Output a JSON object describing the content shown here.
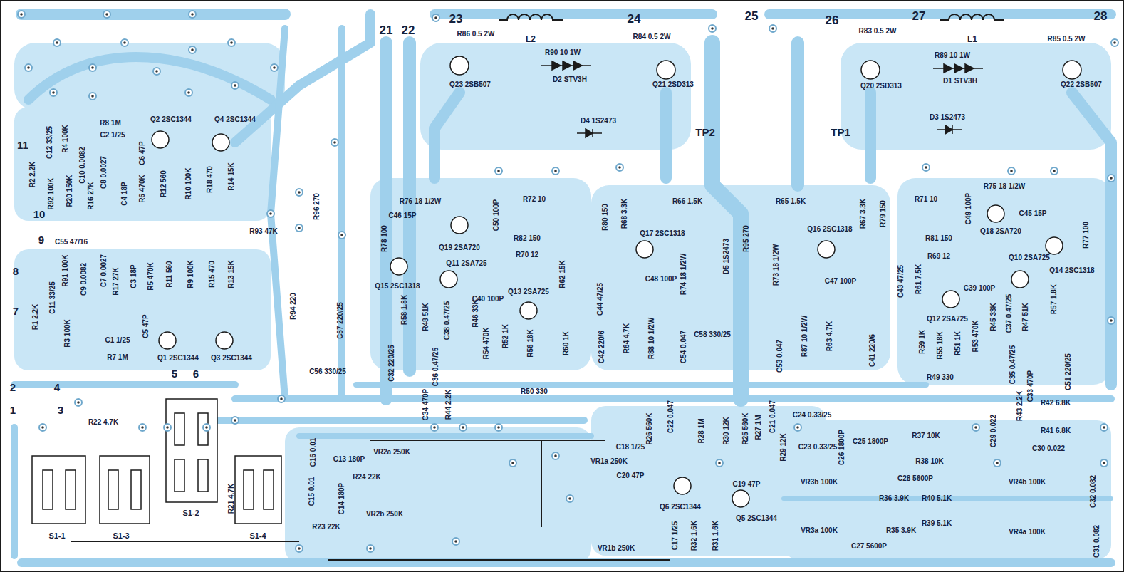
{
  "diagram": {
    "labels": [
      "21",
      "22",
      "23",
      "24",
      "25",
      "26",
      "27",
      "28",
      "L2",
      "L1",
      "R86 0.5 2W",
      "R84 0.5 2W",
      "R90 10 1W",
      "D2 STV3H",
      "Q23 2SB507",
      "Q21 2SD313",
      "R83 0.5 2W",
      "R89 10 1W",
      "D1 STV3H",
      "Q20 2SD313",
      "R85 0.5 2W",
      "Q22 2SB507",
      "D4 1S2473",
      "D3 1S2473",
      "TP2",
      "TP1",
      "Q2 2SC1344",
      "Q4 2SC1344",
      "R8 1M",
      "C2 1/25",
      "R4 100K",
      "C12 33/25",
      "11",
      "C6 47P",
      "R2 2.2K",
      "C10 0.0082",
      "C8 0.0027",
      "R20 150K",
      "R16 27K",
      "C4 18P",
      "R6 470K",
      "R12 560",
      "R10 100K",
      "R18 470",
      "R14 15K",
      "R92 100K",
      "10",
      "9",
      "C55 47/16",
      "R93 47K",
      "R91 100K",
      "C9 0.0082",
      "C7 0.0027",
      "R17 27K",
      "C3 18P",
      "R5 470K",
      "R11 560",
      "R9 100K",
      "R15 470",
      "R13 15K",
      "8",
      "7",
      "R1 2.2K",
      "C11 33/25",
      "R3 100K",
      "C1 1/25",
      "C5 47P",
      "Q1 2SC1344",
      "Q3 2SC1344",
      "R7 1M",
      "2",
      "4",
      "1",
      "3",
      "5",
      "6",
      "R22 4.7K",
      "S1-1",
      "S1-3",
      "S1-2",
      "S1-4",
      "R21 4.7K",
      "R96 270",
      "R94 220",
      "C57 220/25",
      "C56 330/25",
      "R76 18 1/2W",
      "C46 15P",
      "R78 100",
      "Q19 2SA720",
      "C50 100P",
      "R72 10",
      "R82 150",
      "R70 12",
      "Q15 2SC1318",
      "Q11 2SA725",
      "C40 100P",
      "Q13 2SA725",
      "R58 1.8K",
      "R48 51K",
      "C38 0.47/25",
      "R46 33K",
      "R54 470K",
      "R52 1K",
      "R56 18K",
      "R62 15K",
      "R60 1K",
      "C32 220/25",
      "C36 0.47/25",
      "C34 470P",
      "R44 2.2K",
      "R50 330",
      "R80 150",
      "R68 3.3K",
      "R66 1.5K",
      "Q17 2SC1318",
      "C48 100P",
      "R74 18 1/2W",
      "C44 47/25",
      "R64 4.7K",
      "R88 10 1/2W",
      "C42 220/6",
      "C54 0.047",
      "D5 1S2473",
      "R95 270",
      "C58 330/25",
      "R65 1.5K",
      "R73 18 1/2W",
      "Q16 2SC1318",
      "C47 100P",
      "R67 3.3K",
      "R79 150",
      "R71 10",
      "C49 100P",
      "Q18 2SA720",
      "C45 15P",
      "R75 18 1/2W",
      "R77 100",
      "R81 150",
      "R69 12",
      "Q14 2SC1318",
      "Q10 2SA725",
      "C39 100P",
      "Q12 2SA725",
      "R61 7.5K",
      "C43 47/25",
      "R87 10 1/2W",
      "R63 4.7K",
      "C53 0.047",
      "C41 220/6",
      "R59 1K",
      "R55 18K",
      "R51 1K",
      "R53 470K",
      "R45 33K",
      "C37 0.47/25",
      "R47 51K",
      "R57 1.8K",
      "C35 0.47/25",
      "C33 470P",
      "C51 220/25",
      "R49 330",
      "C18 1/25",
      "R26 560K",
      "C22 0.047",
      "R28 1M",
      "R30 12K",
      "R25 560K",
      "R27 1M",
      "C21 0.047",
      "R29 12K",
      "C24 0.33/25",
      "C23 0.33/25",
      "C26 1800P",
      "C25 1800P",
      "C20 47P",
      "Q6 2SC1344",
      "C19 47P",
      "Q5 2SC1344",
      "C17 1/25",
      "R32 1.6K",
      "R31 1.6K",
      "VR1a 250K",
      "VR1b 250K",
      "VR2a 250K",
      "VR2b 250K",
      "C16 0.01",
      "C13 180P",
      "R24 22K",
      "C14 180P",
      "C15 0.01",
      "R23 22K",
      "R37 10K",
      "R38 10K",
      "C28 5600P",
      "VR3b 100K",
      "R36 3.9K",
      "R40 5.1K",
      "R39 5.1K",
      "R35 3.9K",
      "VR3a 100K",
      "C27 5600P",
      "C29 0.022",
      "R43 2.2K",
      "R42 6.8K",
      "R41 6.8K",
      "C30 0.022",
      "VR4b 100K",
      "VR4a 100K",
      "C32 0.082",
      "C31 0.082"
    ]
  }
}
